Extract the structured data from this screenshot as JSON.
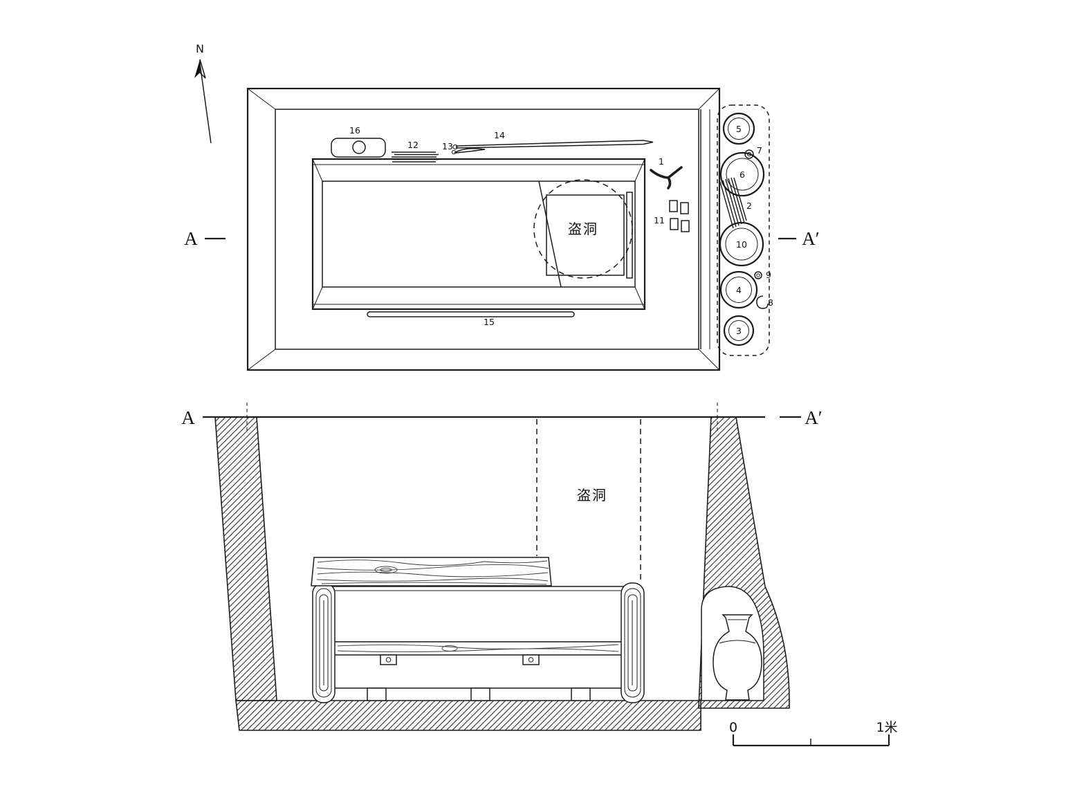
{
  "diagram": {
    "north": "N",
    "plan": {
      "a": "A",
      "a_prime": "A′",
      "robber_hole": "盗洞",
      "items": {
        "i1": "1",
        "i11": "11",
        "i12": "12",
        "i13": "13",
        "i14": "14",
        "i15": "15",
        "i16": "16"
      },
      "vessels": {
        "v3": "3",
        "v4": "4",
        "v5": "5",
        "v6": "6",
        "v10": "10"
      },
      "side_items": {
        "s2": "2",
        "s7": "7",
        "s8": "8",
        "s9": "9"
      }
    },
    "section": {
      "a": "A",
      "a_prime": "A′",
      "robber_hole": "盗洞",
      "scale": {
        "zero": "0",
        "one_meter": "1米"
      }
    }
  }
}
